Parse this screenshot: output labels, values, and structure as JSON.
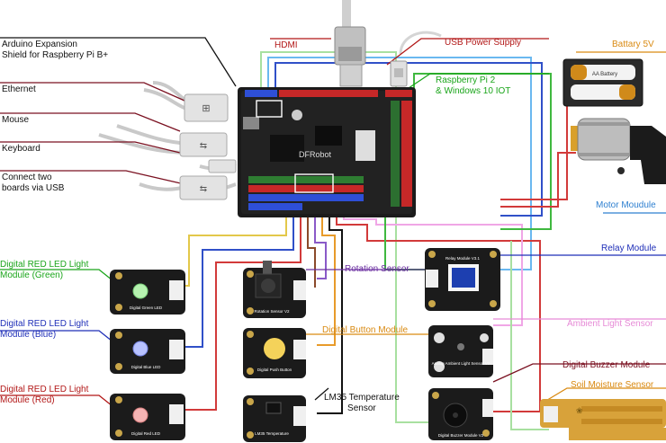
{
  "labels": {
    "shield": "Arduino Expansion\nShield for Raspberry Pi B+",
    "ethernet": "Ethernet",
    "mouse": "Mouse",
    "keyboard": "Keyboard",
    "usb_link": "Connect two\nboards via USB",
    "hdmi": "HDMI",
    "usb_power": "USB Power Supply",
    "rpi": "Raspberry Pi 2\n& Windows 10 IOT",
    "battery": "Battary 5V",
    "motor": "Motor Moudule",
    "relay": "Relay Module",
    "rotation": "Rotation Sensor",
    "button": "Digital Button Module",
    "lm35": "LM35 Temperature\nSensor",
    "ambient": "Ambient Light Sensor",
    "buzzer": "Digital Buzzer Module",
    "soil": "Soil Moisture Sensor",
    "led_green": "Digital RED LED Light\nModule (Green)",
    "led_blue": "Digital RED LED Light\nModule (Blue)",
    "led_red": "Digital RED LED Light\nModule (Red)"
  },
  "module_text": {
    "battery_label": "AA Battery",
    "relay_board": "Relay Module V3.1",
    "rotation_board": "Rotation Sensor V2",
    "button_board": "Digital Push Button",
    "lm35_board": "LM35 Temperature",
    "ambient_board": "Analog Ambient Light Sensor V2",
    "buzzer_board": "Digital Buzzer Module V2",
    "green_board": "Digital Green LED",
    "blue_board": "Digital Blue LED",
    "red_board": "Digital Red LED"
  },
  "colors": {
    "board_bg": "#1b1b1b",
    "pcb_shadow": "#2e2e2e",
    "label_line": "#111111",
    "label_green": "#1aa51a",
    "label_blue": "#1f2fb8",
    "label_red": "#b21616",
    "label_orange": "#d98a12",
    "label_purple": "#6b2fa0",
    "label_pink": "#e68ad6",
    "label_lightblue": "#2d7fd0",
    "label_darkred": "#7a1020",
    "wire_yellow": "#e3c84a",
    "wire_blue": "#3050c8",
    "wire_red": "#d23a3a",
    "wire_green": "#3fb83f",
    "wire_orange": "#e89b2a",
    "wire_purple": "#8a5ac8",
    "wire_pink": "#f0a6e6",
    "wire_lightblue": "#6ab8f0",
    "wire_lightgreen": "#a8e0a0",
    "wire_brown": "#8a4a2a"
  }
}
